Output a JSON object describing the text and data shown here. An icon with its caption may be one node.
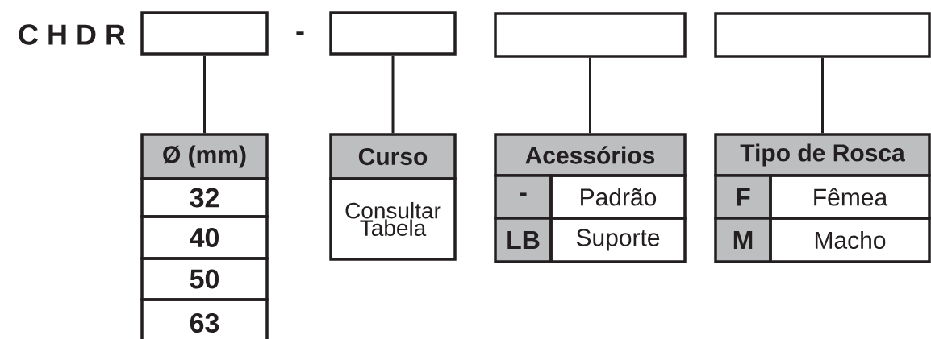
{
  "diagram": {
    "nodes": [
      {
        "text": [],
        "shape": "box"
      },
      {
        "text": [],
        "shape": "box"
      },
      {
        "text": [],
        "shape": "box"
      },
      {
        "text": [],
        "shape": "box"
      },
      {
        "text": [
          "Ø (mm)",
          "32",
          "40",
          "50",
          "63"
        ]
      },
      {
        "text": [
          "Curso",
          "Consultar Tabela"
        ]
      },
      {
        "text": [
          "Acessórios",
          "-",
          "Padrão",
          "LB",
          "Suporte"
        ]
      },
      {
        "text": [
          "Tipo de Rosca",
          "F",
          "Fêmea",
          "M",
          "Macho"
        ]
      }
    ],
    "edges": [
      {
        "from": 0,
        "to": 4,
        "arrow": "none"
      },
      {
        "from": 1,
        "to": 5,
        "arrow": "none"
      },
      {
        "from": 2,
        "to": 6,
        "arrow": "none"
      },
      {
        "from": 3,
        "to": 7,
        "arrow": "none"
      }
    ],
    "labels": [
      "C H D R",
      "-"
    ]
  }
}
